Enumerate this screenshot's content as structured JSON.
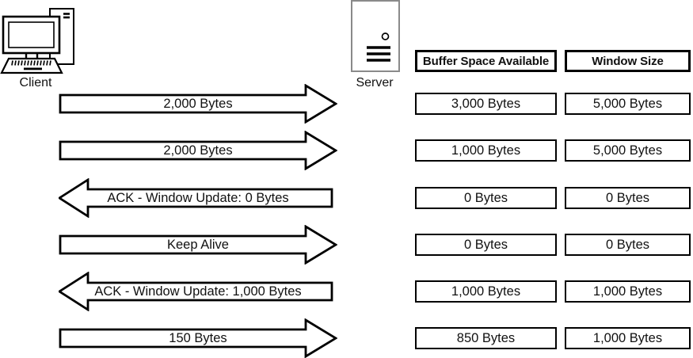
{
  "diagram": {
    "client": {
      "label": "Client"
    },
    "server": {
      "label": "Server"
    },
    "columns": [
      {
        "label": "Buffer Space Available"
      },
      {
        "label": "Window Size"
      }
    ],
    "messages": [
      {
        "direction": "right",
        "label": "2,000 Bytes",
        "buffer": "3,000 Bytes",
        "window": "5,000 Bytes"
      },
      {
        "direction": "right",
        "label": "2,000 Bytes",
        "buffer": "1,000 Bytes",
        "window": "5,000 Bytes"
      },
      {
        "direction": "left",
        "label": "ACK - Window Update: 0 Bytes",
        "buffer": "0 Bytes",
        "window": "0 Bytes"
      },
      {
        "direction": "right",
        "label": "Keep Alive",
        "buffer": "0 Bytes",
        "window": "0 Bytes"
      },
      {
        "direction": "left",
        "label": "ACK - Window Update: 1,000 Bytes",
        "buffer": "1,000 Bytes",
        "window": "1,000 Bytes"
      },
      {
        "direction": "right",
        "label": "150 Bytes",
        "buffer": "850 Bytes",
        "window": "1,000 Bytes"
      }
    ],
    "colors": {
      "stroke": "#000000",
      "server_border": "#8a8a8a",
      "background": "#ffffff"
    }
  }
}
